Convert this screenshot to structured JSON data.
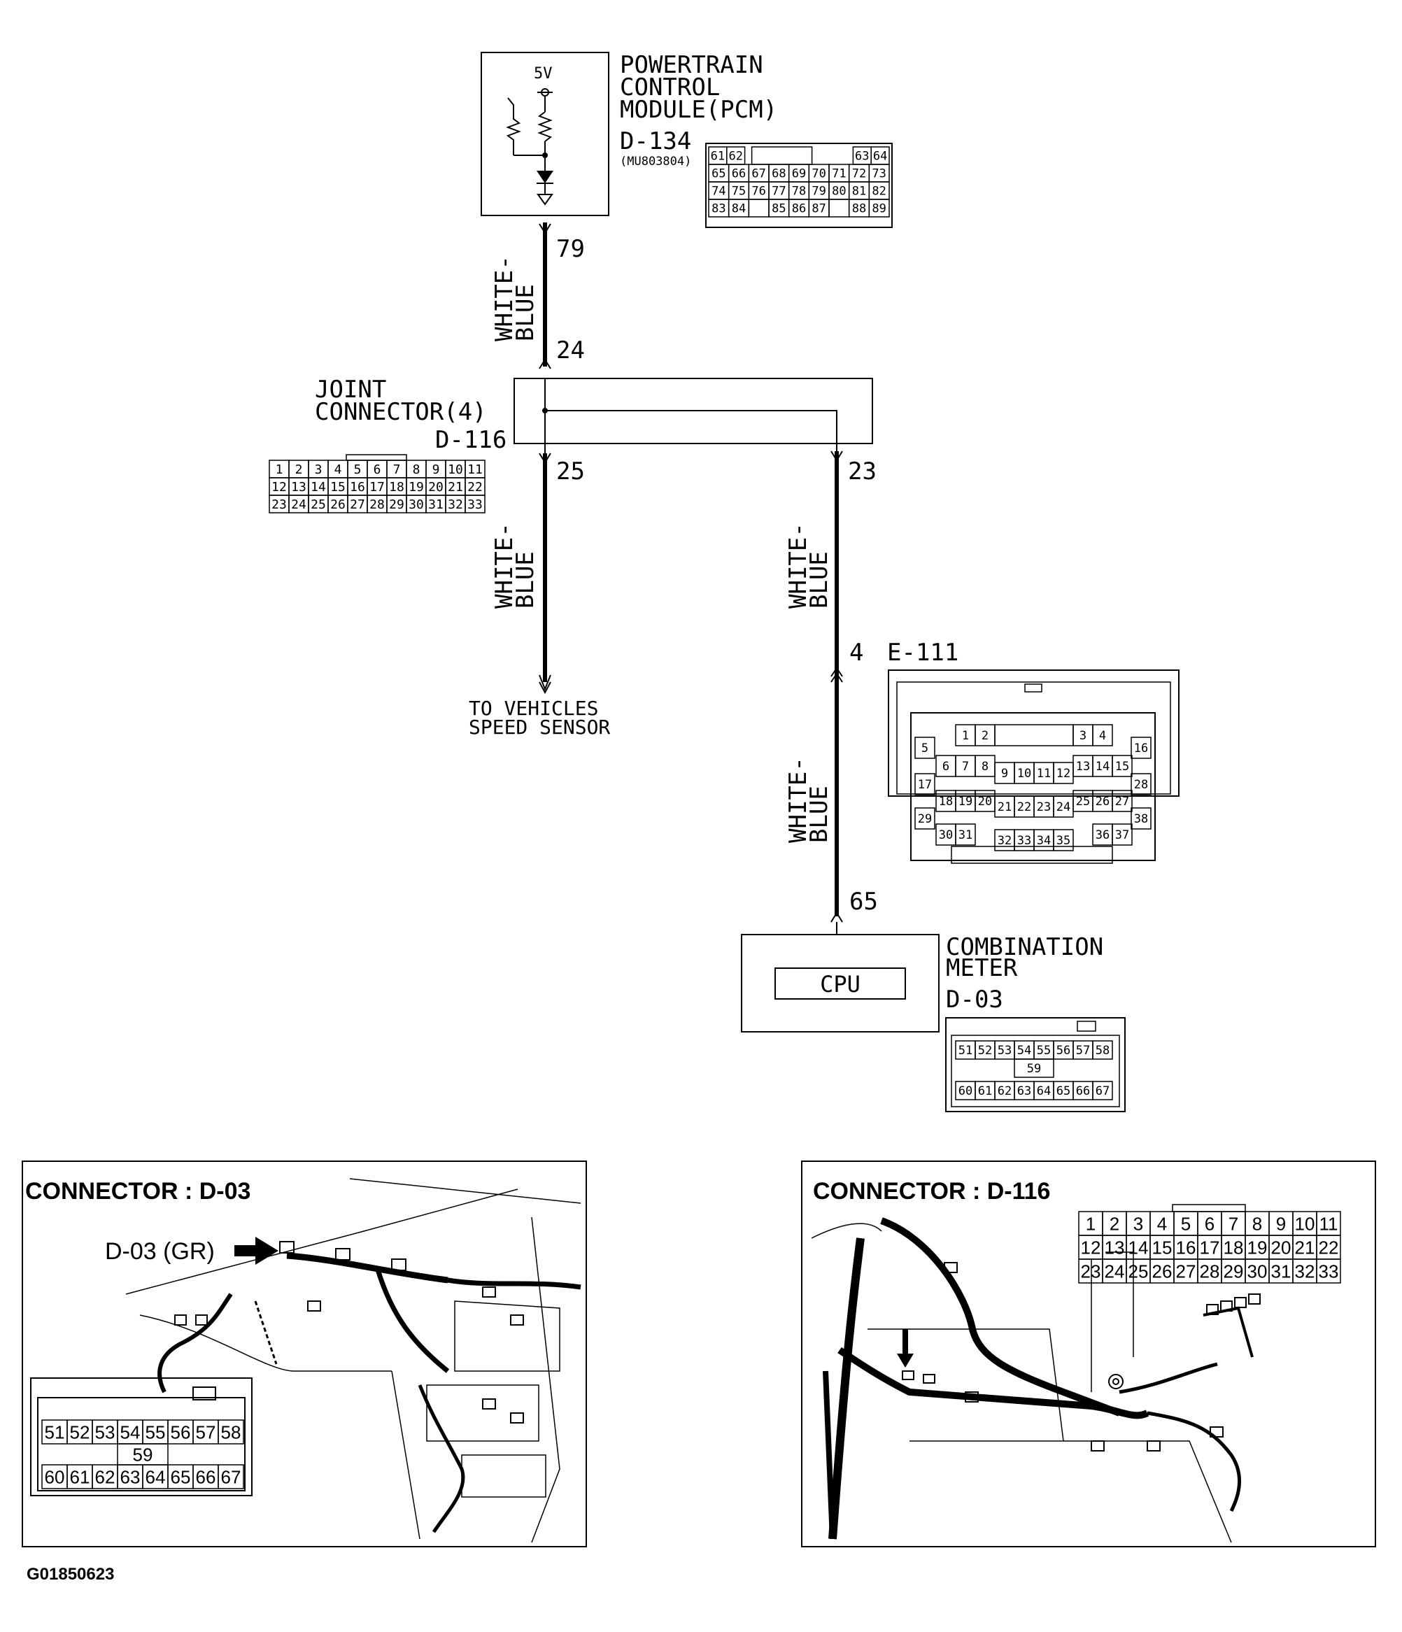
{
  "pcm": {
    "title_lines": [
      "POWERTRAIN",
      "CONTROL",
      "MODULE(PCM)"
    ],
    "code": "D-134",
    "part_number": "(MU803804)",
    "supply": "5V",
    "pin_rows": [
      [
        "61",
        "62",
        "",
        "",
        "",
        "",
        "",
        "",
        "63",
        "64"
      ],
      [
        "65",
        "66",
        "67",
        "68",
        "69",
        "70",
        "71",
        "72",
        "73"
      ],
      [
        "74",
        "75",
        "76",
        "77",
        "78",
        "79",
        "80",
        "81",
        "82"
      ],
      [
        "83",
        "84",
        "",
        "85",
        "86",
        "87",
        "",
        "88",
        "89"
      ]
    ]
  },
  "wires": {
    "color_line1": "WHITE-",
    "color_line2": "BLUE",
    "pins": {
      "pcm_out": "79",
      "joint_in": "24",
      "joint_out_left": "25",
      "joint_out_right": "23",
      "e111": "4",
      "meter_in": "65"
    }
  },
  "joint": {
    "title_lines": [
      "JOINT",
      "CONNECTOR(4)"
    ],
    "code": "D-116",
    "pin_rows": [
      [
        "1",
        "2",
        "3",
        "4",
        "5",
        "6",
        "7",
        "8",
        "9",
        "10",
        "11"
      ],
      [
        "12",
        "13",
        "14",
        "15",
        "16",
        "17",
        "18",
        "19",
        "20",
        "21",
        "22"
      ],
      [
        "23",
        "24",
        "25",
        "26",
        "27",
        "28",
        "29",
        "30",
        "31",
        "32",
        "33"
      ]
    ]
  },
  "vss": {
    "lines": [
      "TO VEHICLES",
      "SPEED SENSOR"
    ]
  },
  "e111": {
    "code": "E-111",
    "pins": [
      "1",
      "2",
      "3",
      "4",
      "5",
      "6",
      "7",
      "8",
      "9",
      "10",
      "11",
      "12",
      "13",
      "14",
      "15",
      "16",
      "17",
      "18",
      "19",
      "20",
      "21",
      "22",
      "23",
      "24",
      "25",
      "26",
      "27",
      "28",
      "29",
      "30",
      "31",
      "32",
      "33",
      "34",
      "35",
      "36",
      "37",
      "38"
    ]
  },
  "meter": {
    "title_lines": [
      "COMBINATION",
      "METER"
    ],
    "code": "D-03",
    "cpu_label": "CPU",
    "pin_row1": [
      "51",
      "52",
      "53",
      "54",
      "55",
      "56",
      "57",
      "58"
    ],
    "pin_mid": "59",
    "pin_row2": [
      "60",
      "61",
      "62",
      "63",
      "64",
      "65",
      "66",
      "67"
    ]
  },
  "panel_d03": {
    "title": "CONNECTOR : D-03",
    "callout": "D-03 (GR)"
  },
  "panel_d116": {
    "title": "CONNECTOR : D-116"
  },
  "figure_id": "G01850623"
}
